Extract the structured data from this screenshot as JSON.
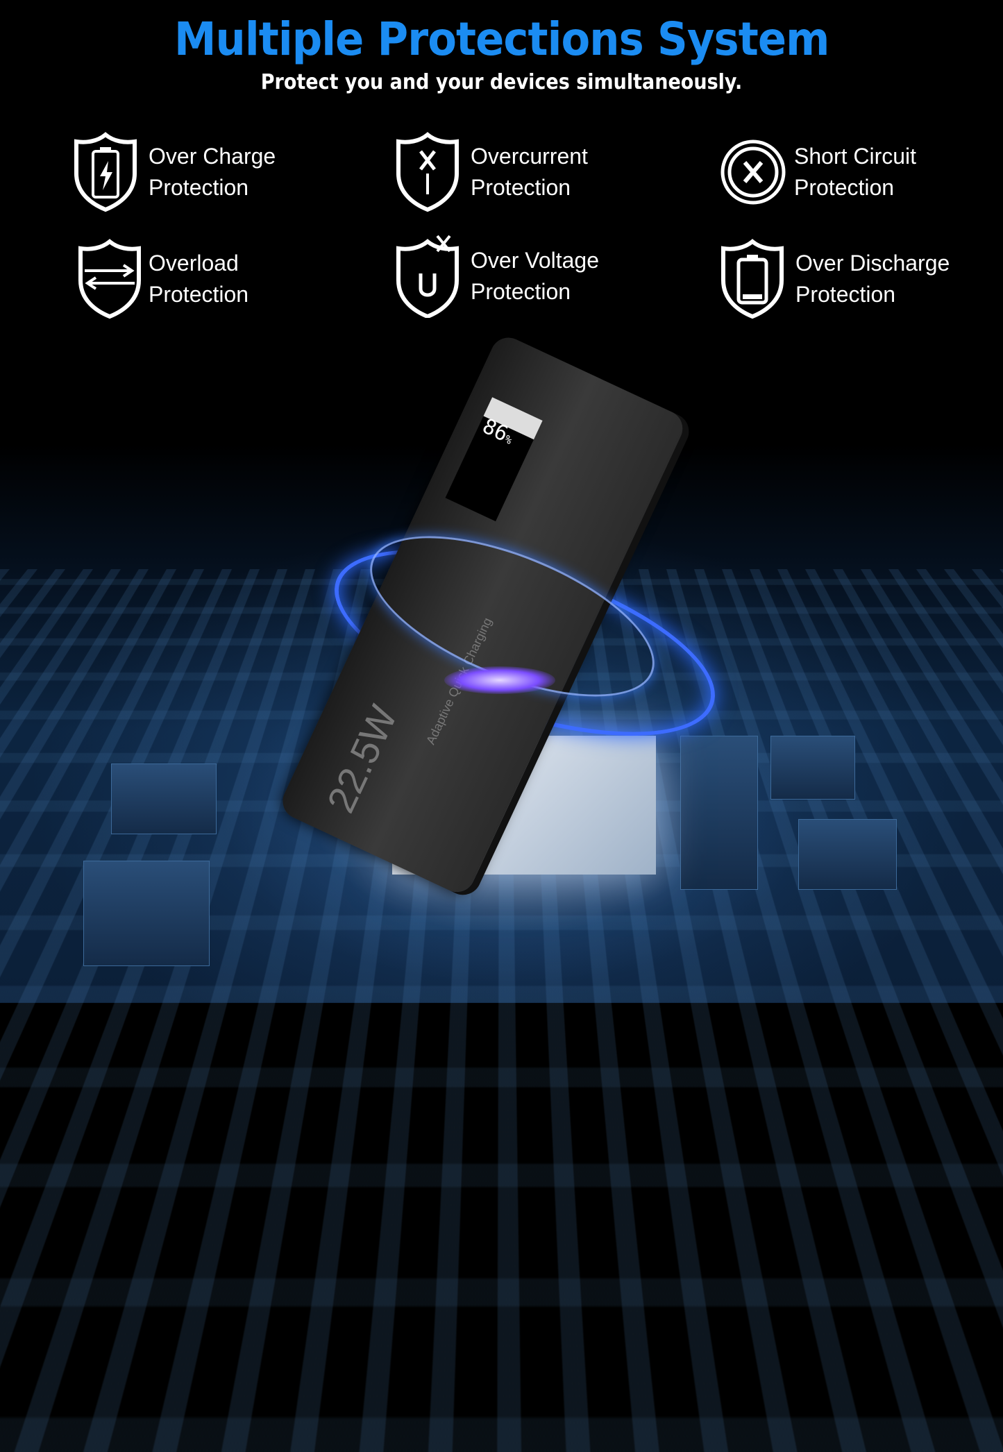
{
  "header": {
    "title": "Multiple Protections System",
    "subtitle": "Protect you and your devices simultaneously."
  },
  "colors": {
    "title": "#1b8cf2",
    "text": "#ffffff",
    "background": "#000000",
    "ring": "#3d6cff"
  },
  "features": [
    {
      "icon": "shield-battery-bolt-icon",
      "line1": "Over Charge",
      "line2": "Protection"
    },
    {
      "icon": "shield-x-current-icon",
      "line1": "Overcurrent",
      "line2": "Protection"
    },
    {
      "icon": "circle-x-icon",
      "line1": "Short Circuit",
      "line2": "Protection"
    },
    {
      "icon": "shield-arrows-icon",
      "line1": "Overload",
      "line2": "Protection"
    },
    {
      "icon": "shield-voltage-x-icon",
      "line1": "Over Voltage",
      "line2": "Protection"
    },
    {
      "icon": "shield-battery-low-icon",
      "line1": "Over Discharge",
      "line2": "Protection"
    }
  ],
  "product": {
    "display_value": "86",
    "display_unit": "%",
    "wattage": "22.5W",
    "tagline": "Adaptive Quick Charging"
  }
}
